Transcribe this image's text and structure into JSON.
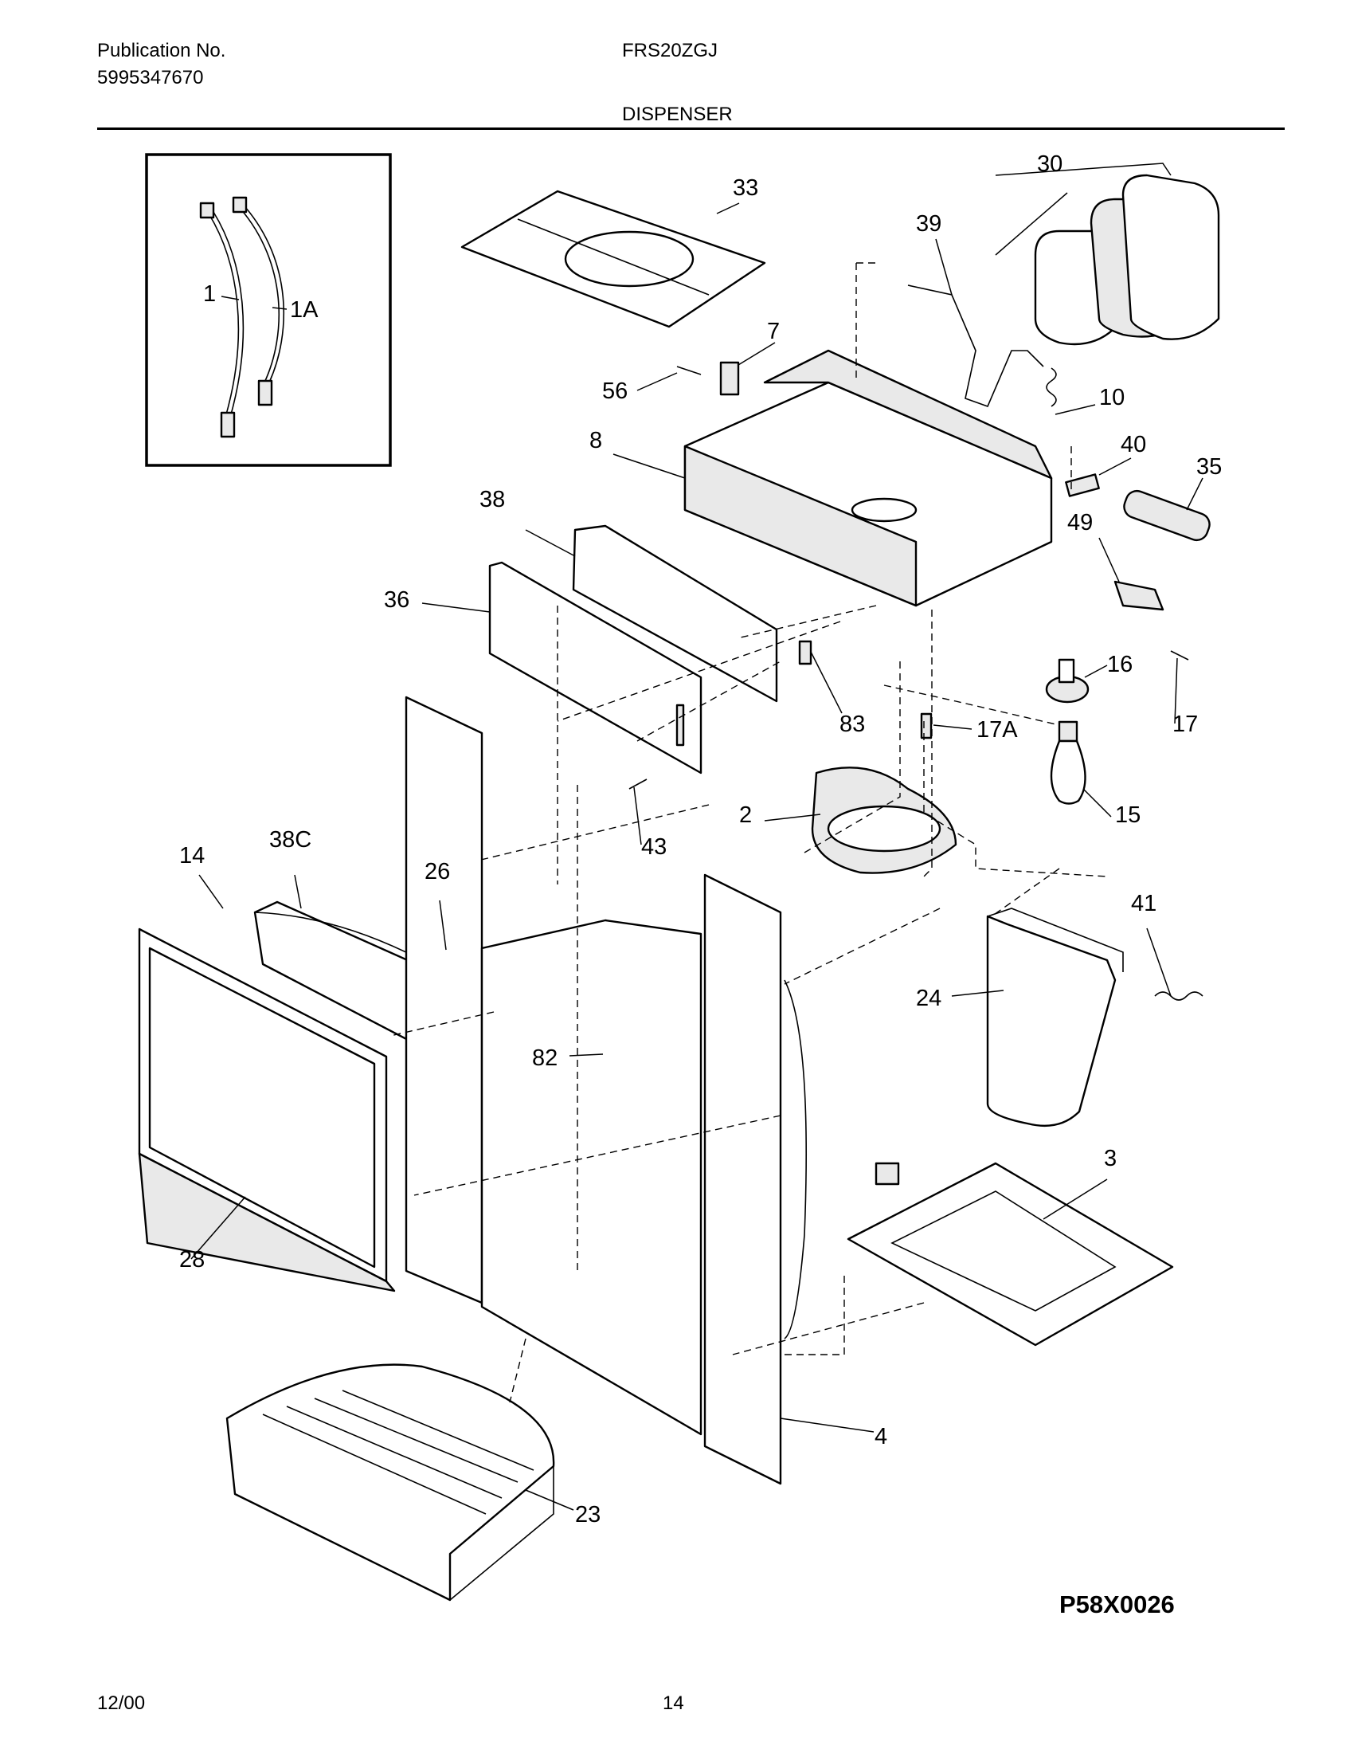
{
  "header": {
    "publication_label": "Publication No.",
    "publication_number": "5995347670",
    "model": "FRS20ZGJ",
    "section_title": "DISPENSER"
  },
  "footer": {
    "date": "12/00",
    "page": "14"
  },
  "diagram_code": "P58X0026",
  "part_labels": {
    "p1": "1",
    "p1A": "1A",
    "p2": "2",
    "p3": "3",
    "p4": "4",
    "p7": "7",
    "p8": "8",
    "p10": "10",
    "p14": "14",
    "p15": "15",
    "p16": "16",
    "p17": "17",
    "p17A": "17A",
    "p23": "23",
    "p24": "24",
    "p26": "26",
    "p28": "28",
    "p30": "30",
    "p33": "33",
    "p35": "35",
    "p36": "36",
    "p38": "38",
    "p38C": "38C",
    "p39": "39",
    "p40": "40",
    "p41": "41",
    "p43": "43",
    "p49": "49",
    "p56": "56",
    "p82": "82",
    "p83": "83"
  }
}
